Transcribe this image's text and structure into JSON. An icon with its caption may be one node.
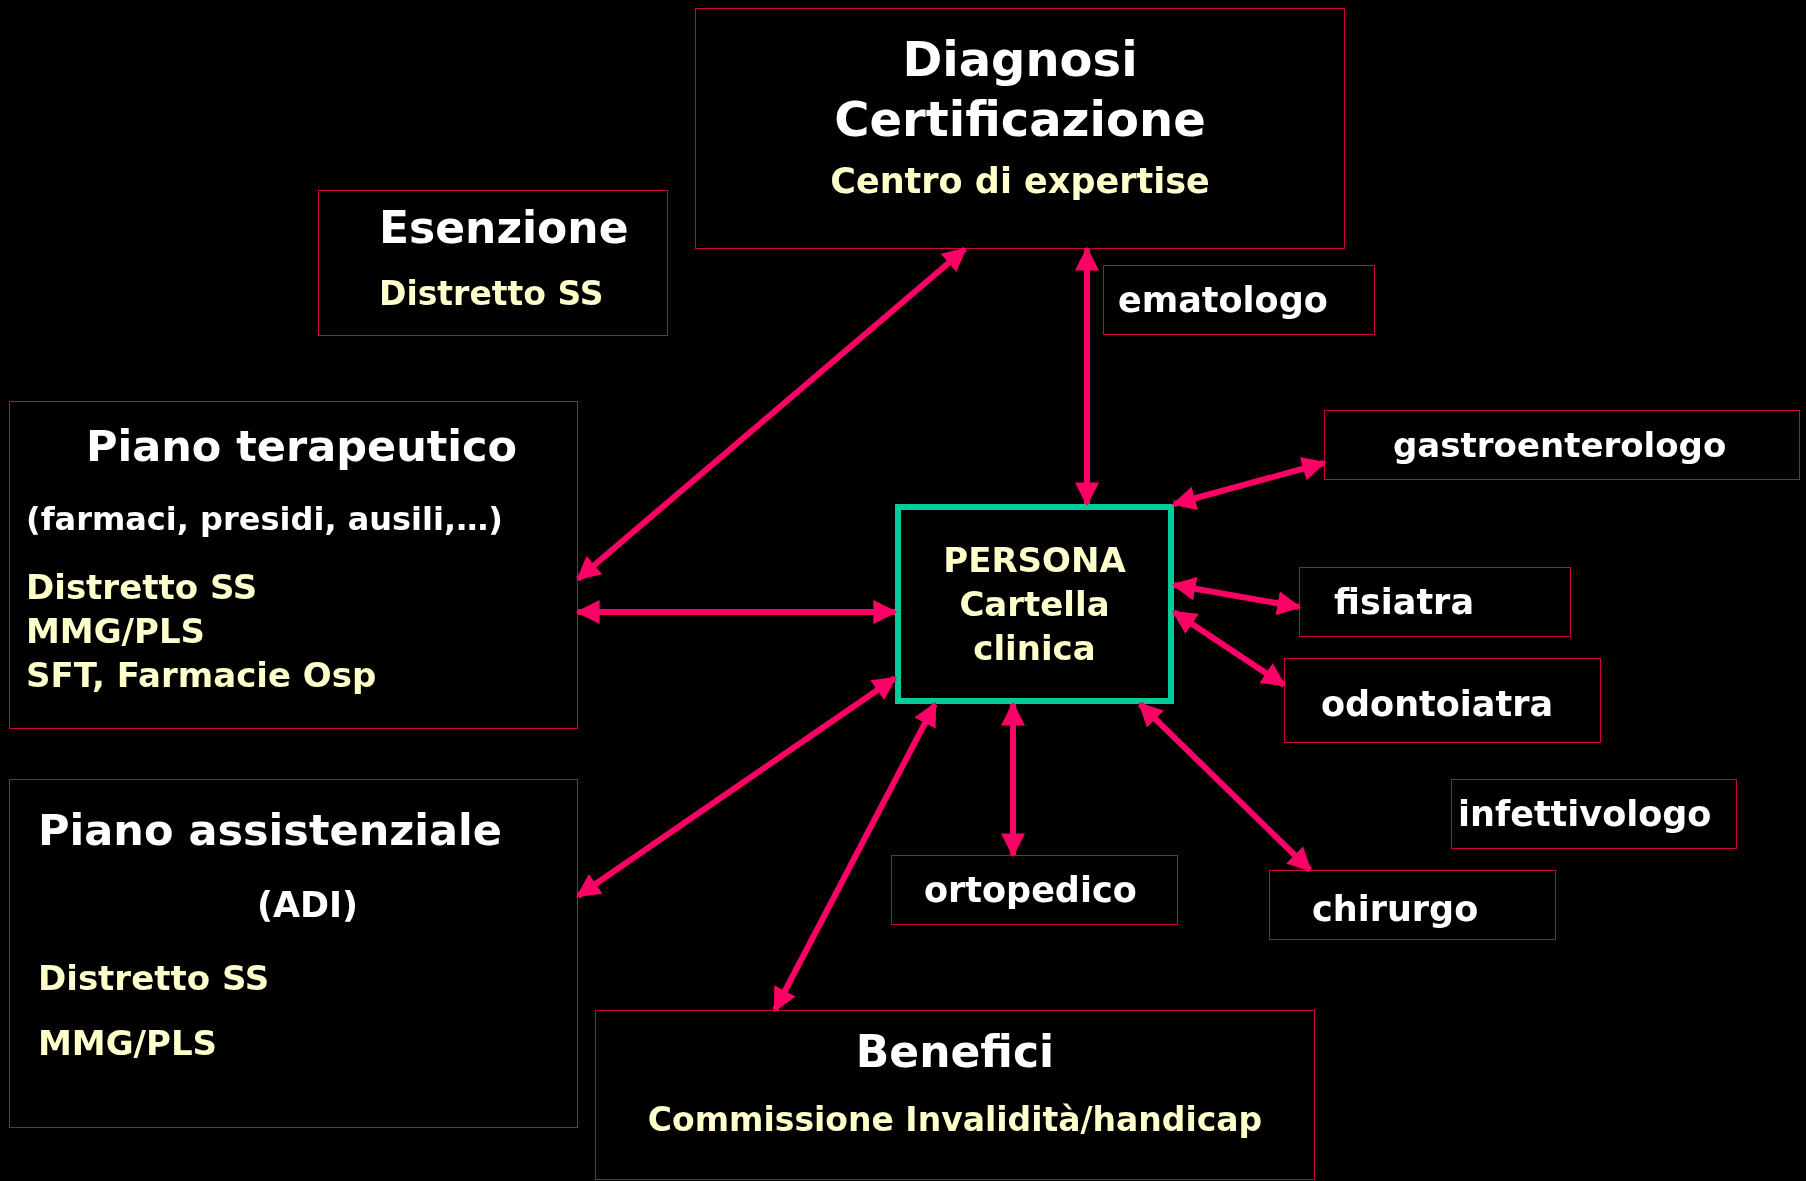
{
  "diagram": {
    "nodes": [
      {
        "text": [
          "Diagnosi Certificazione",
          "Centro di expertise"
        ]
      },
      {
        "text": [
          "Esenzione",
          "Distretto SS"
        ]
      },
      {
        "text": [
          "ematologo"
        ]
      },
      {
        "text": [
          "Piano terapeutico",
          "(farmaci, presidi, ausili,…)",
          "Distretto SS",
          "MMG/PLS",
          "SFT, Farmacie Osp"
        ]
      },
      {
        "text": [
          "gastroenterologo"
        ]
      },
      {
        "text": [
          "PERSONA Cartella clinica"
        ]
      },
      {
        "text": [
          "fisiatra"
        ]
      },
      {
        "text": [
          "odontoiatra"
        ]
      },
      {
        "text": [
          "Piano assistenziale",
          "(ADI)",
          "Distretto SS",
          "MMG/PLS"
        ]
      },
      {
        "text": [
          "infettivologo"
        ]
      },
      {
        "text": [
          "ortopedico"
        ]
      },
      {
        "text": [
          "chirurgo"
        ]
      },
      {
        "text": [
          "Benefici",
          "Commissione Invalidità/handicap"
        ]
      }
    ],
    "edges": [
      {
        "from": 0,
        "to": 3,
        "arrow": "both"
      },
      {
        "from": 0,
        "to": 5,
        "arrow": "both"
      },
      {
        "from": 5,
        "to": 4,
        "arrow": "both"
      },
      {
        "from": 5,
        "to": 6,
        "arrow": "both"
      },
      {
        "from": 5,
        "to": 7,
        "arrow": "both"
      },
      {
        "from": 5,
        "to": 3,
        "arrow": "both"
      },
      {
        "from": 5,
        "to": 8,
        "arrow": "both"
      },
      {
        "from": 5,
        "to": 12,
        "arrow": "both"
      },
      {
        "from": 5,
        "to": 10,
        "arrow": "both"
      },
      {
        "from": 5,
        "to": 11,
        "arrow": "both"
      }
    ]
  }
}
